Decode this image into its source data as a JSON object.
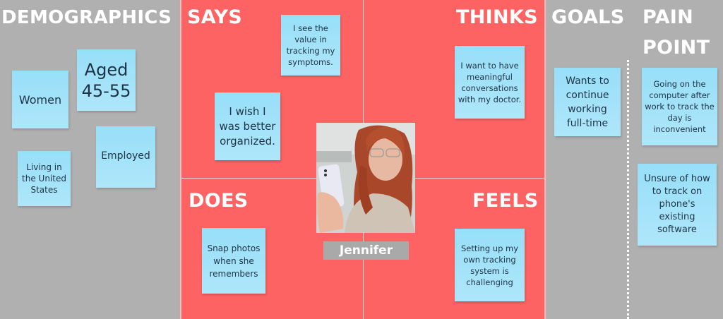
{
  "colors": {
    "gray_panel": "#b0b0b0",
    "red_panel": "#fc6362",
    "sticky": "#a3e2f9",
    "sticky_text": "#1f3346",
    "heading_text": "#ffffff",
    "name_tag": "#a9a9a9"
  },
  "demographics": {
    "heading": "DEMOGRAPHICS",
    "notes": [
      {
        "text": "Women"
      },
      {
        "text": "Aged 45-55"
      },
      {
        "text": "Living in the United States"
      },
      {
        "text": "Employed"
      }
    ]
  },
  "empathy_map": {
    "says": {
      "heading": "SAYS",
      "notes": [
        {
          "text": "I see the value in tracking my symptoms."
        },
        {
          "text": "I wish I was better organized."
        }
      ]
    },
    "thinks": {
      "heading": "THINKS",
      "notes": [
        {
          "text": "I want to have meaningful conversations with my doctor."
        }
      ]
    },
    "does": {
      "heading": "DOES",
      "notes": [
        {
          "text": "Snap photos when she remembers"
        }
      ]
    },
    "feels": {
      "heading": "FEELS",
      "notes": [
        {
          "text": "Setting up my own tracking system is challenging"
        }
      ]
    },
    "persona": {
      "name": "Jennifer",
      "photo": "persona-photo-woman-with-phone"
    }
  },
  "goals": {
    "heading": "GOALS",
    "notes": [
      {
        "text": "Wants to continue working full-time"
      }
    ]
  },
  "pain_point": {
    "heading_line1": "PAIN",
    "heading_line2": "POINT",
    "notes": [
      {
        "text": "Going on the computer after work to track the day is inconvenient"
      },
      {
        "text": "Unsure of how to track on phone's existing software"
      }
    ]
  }
}
